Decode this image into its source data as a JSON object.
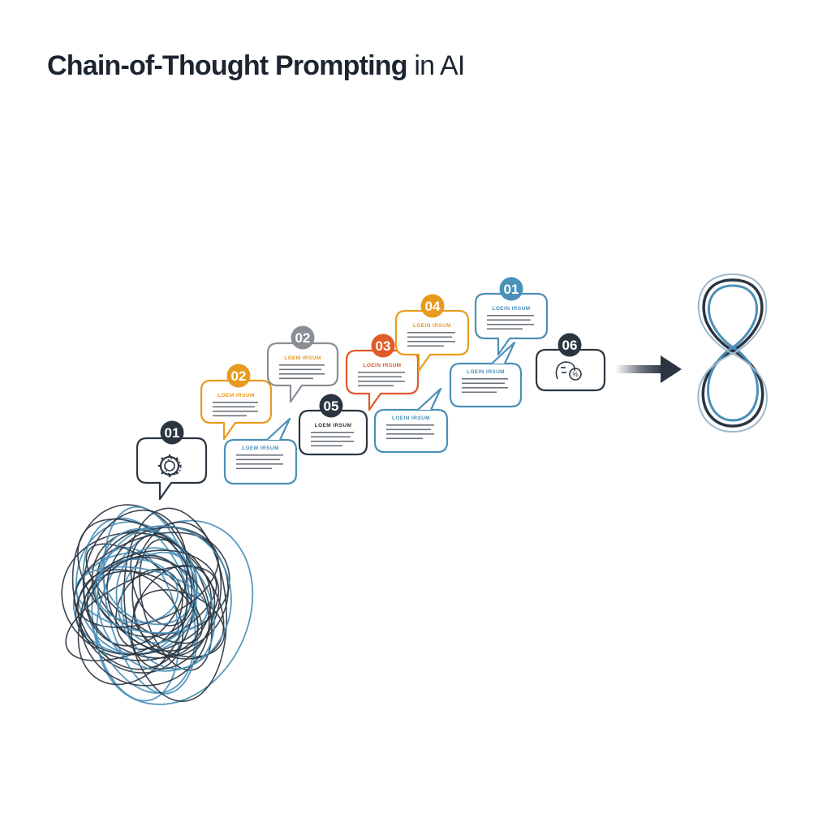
{
  "title": {
    "main": "Chain-of-Thought Prompting",
    "suffix": "in AI"
  },
  "colors": {
    "dark": "#2b3541",
    "blue": "#4a90b8",
    "orange": "#e89a1e",
    "red": "#e05a2a",
    "gray": "#8a8f96",
    "text": "#1c2530"
  },
  "bubbles": [
    {
      "id": "b01",
      "badge": "01",
      "heading": "",
      "icon": "gear-icon",
      "color": "dark"
    },
    {
      "id": "b02a",
      "badge": "02",
      "heading": "LOEM IRSUM",
      "color": "orange"
    },
    {
      "id": "b02b",
      "badge": "02",
      "heading": "LOEM IRSUM",
      "color": "gray"
    },
    {
      "id": "bLow1",
      "badge": "",
      "heading": "LOEM IRSUM",
      "color": "blue"
    },
    {
      "id": "b05",
      "badge": "05",
      "heading": "LOEM IRSUM",
      "color": "dark"
    },
    {
      "id": "b03",
      "badge": "03",
      "heading": "LOEIN IRSUM",
      "color": "red"
    },
    {
      "id": "b04",
      "badge": "04",
      "heading": "LOEIN IRSUM",
      "color": "orange"
    },
    {
      "id": "bLow2",
      "badge": "",
      "heading": "LOEIN IRSUM",
      "color": "blue"
    },
    {
      "id": "bLow3",
      "badge": "",
      "heading": "LOEIN IRSUM",
      "color": "blue"
    },
    {
      "id": "b01b",
      "badge": "01",
      "heading": "LOEIN IRSUM",
      "color": "blue"
    },
    {
      "id": "b06",
      "badge": "06",
      "heading": "",
      "icon": "face-gear-icon",
      "color": "dark"
    }
  ],
  "symbols": {
    "input": "tangled-thoughts-icon",
    "transition": "arrow-right-icon",
    "output": "infinity-loop-icon"
  }
}
